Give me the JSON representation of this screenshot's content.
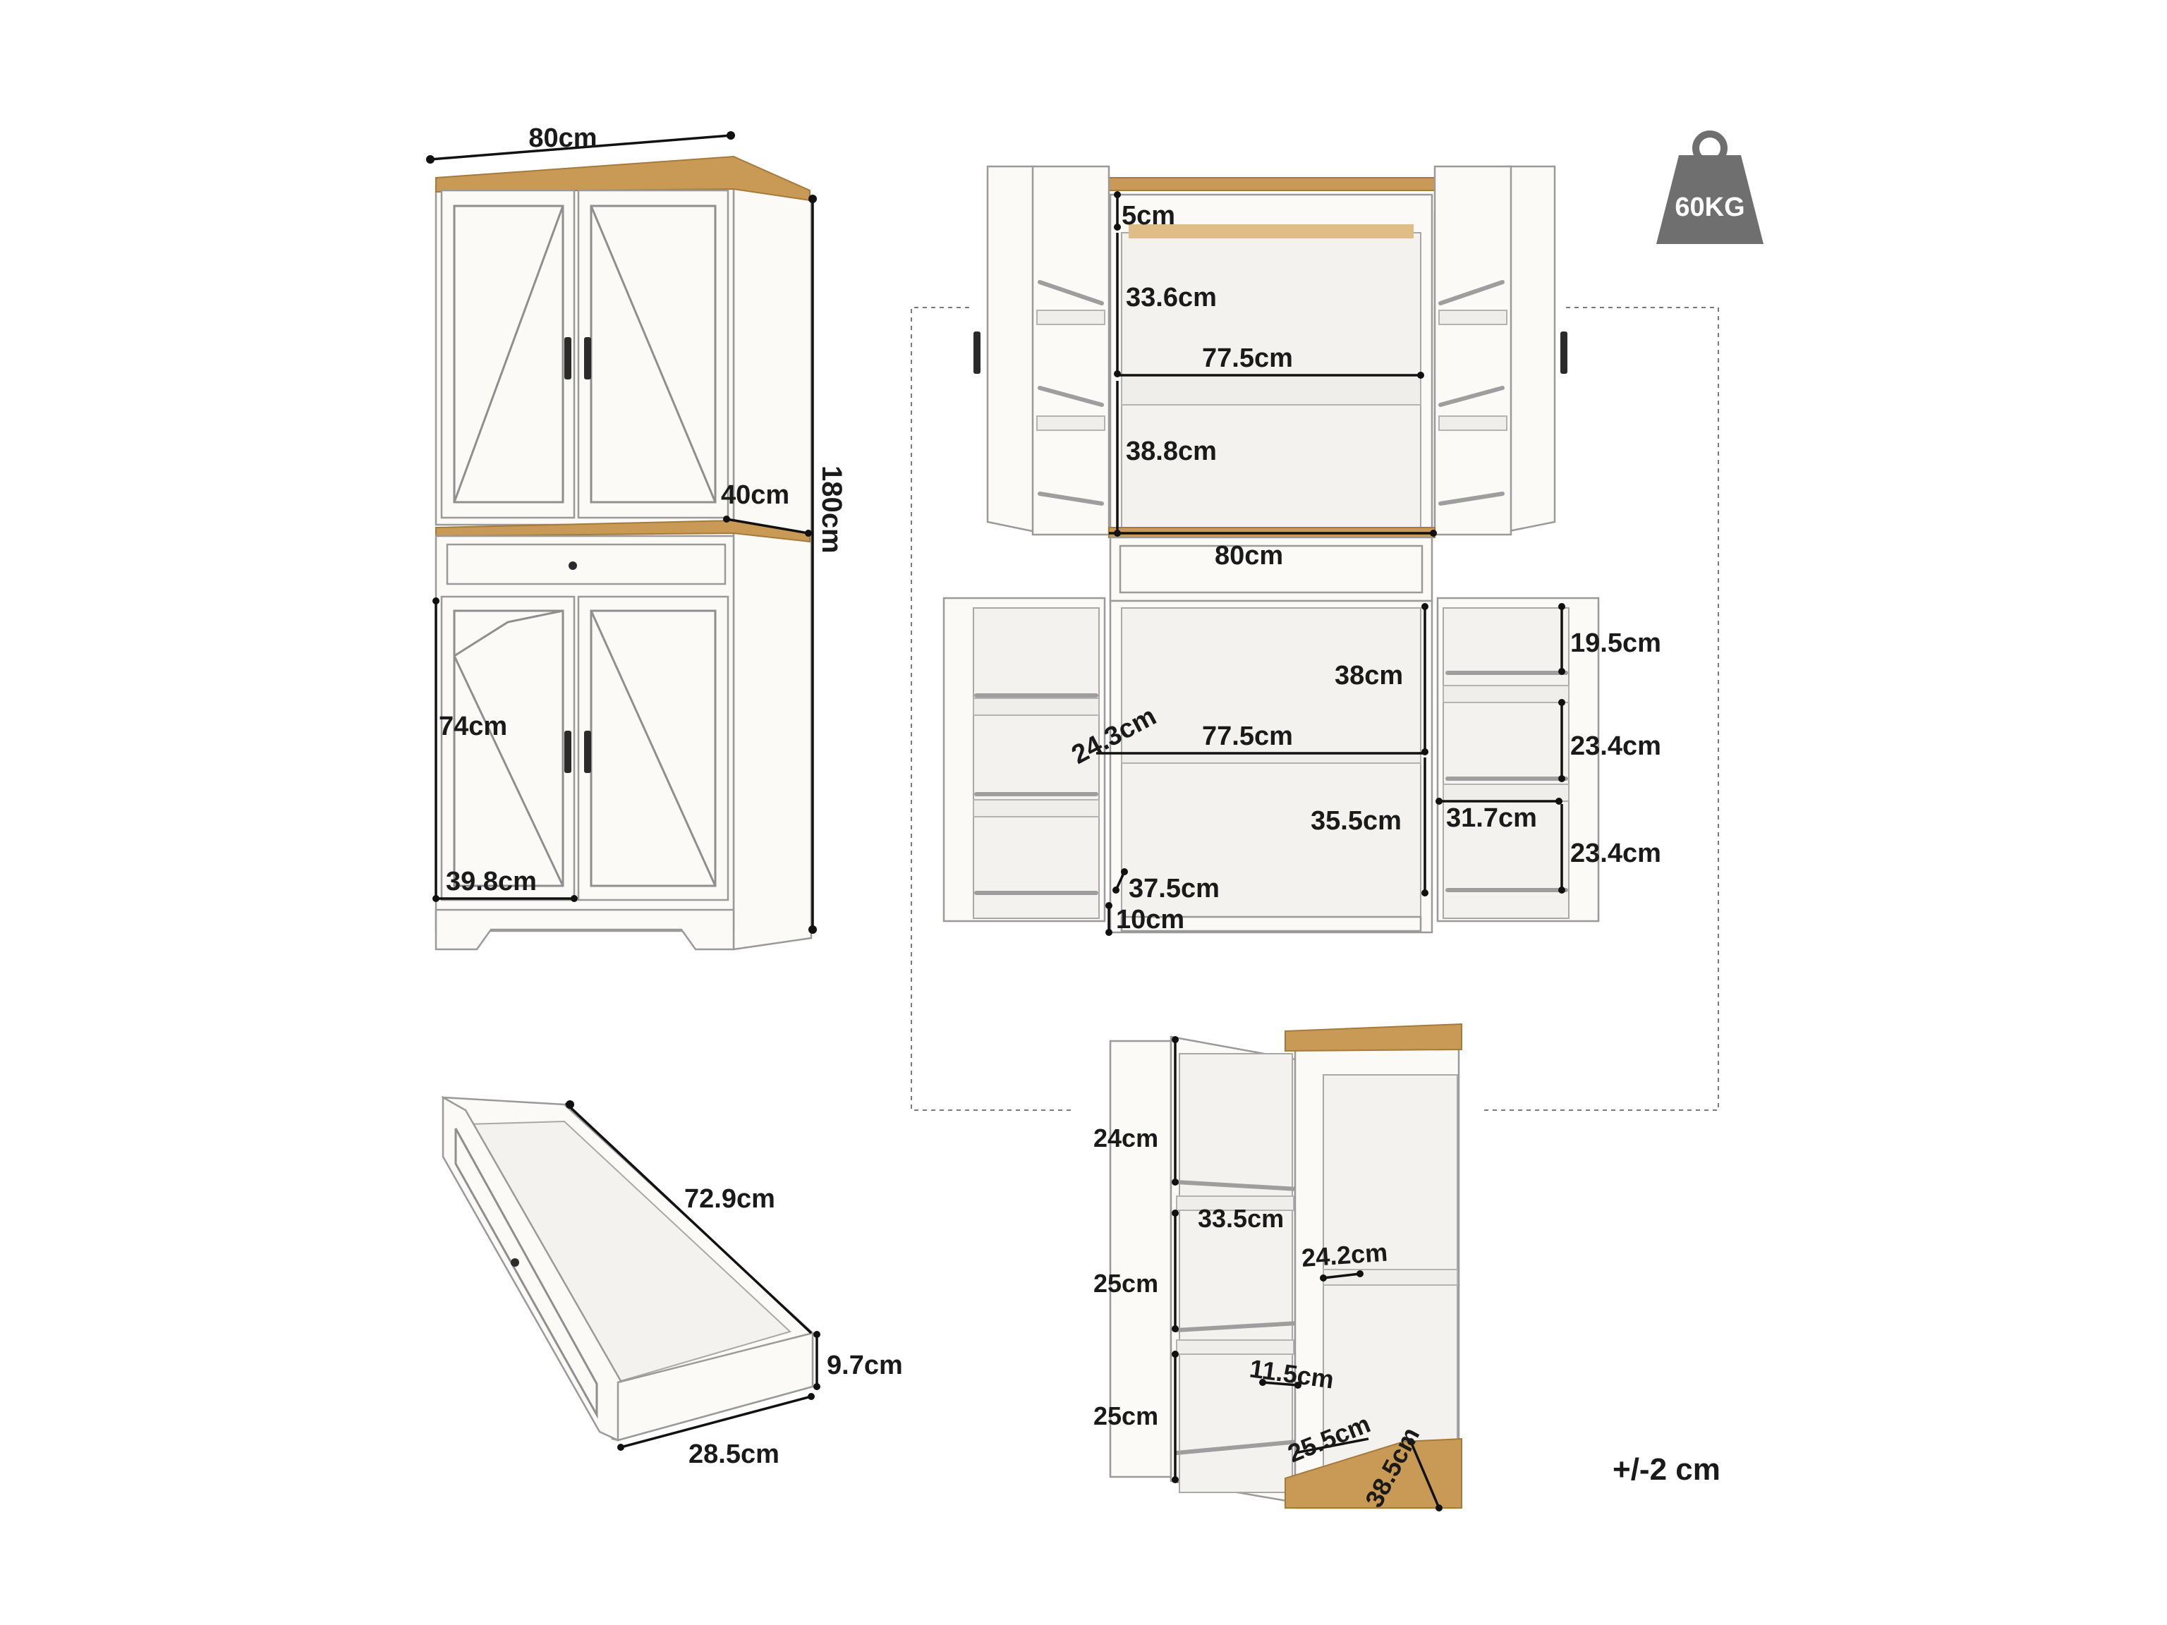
{
  "colors": {
    "cabinet_white": "#fbfaf7",
    "wood_top": "#c99a55",
    "outline": "#9a9a9a",
    "dimension_ink": "#111111",
    "weight_icon": "#6f6f6f"
  },
  "weight_badge": {
    "icon": "weight-icon",
    "label": "60KG"
  },
  "tolerance": "+/-2 cm",
  "front_view": {
    "width": "80cm",
    "height": "180cm",
    "depth": "40cm",
    "lower_door_height": "74cm",
    "lower_door_width": "39.8cm"
  },
  "open_view": {
    "top_gap": "5cm",
    "upper_shelf_height": "33.6cm",
    "upper_inner_width": "77.5cm",
    "upper_lower_height": "38.8cm",
    "drawer_width": "80cm",
    "lower_top_height": "38cm",
    "lower_inner_width": "77.5cm",
    "lower_bottom_height": "35.5cm",
    "door_depth": "24.3cm",
    "interior_depth": "37.5cm",
    "base_height": "10cm",
    "door_rack_top": "19.5cm",
    "door_rack_mid": "23.4cm",
    "door_rack_width": "31.7cm",
    "door_rack_bottom": "23.4cm"
  },
  "drawer": {
    "length": "72.9cm",
    "height": "9.7cm",
    "width": "28.5cm"
  },
  "side_view": {
    "rack_1": "24cm",
    "rack_width": "33.5cm",
    "rack_2": "25cm",
    "shelf_depth": "24.2cm",
    "rack_3": "25cm",
    "rail_gap": "11.5cm",
    "rack_depth": "25.5cm",
    "top_depth": "38.5cm"
  }
}
